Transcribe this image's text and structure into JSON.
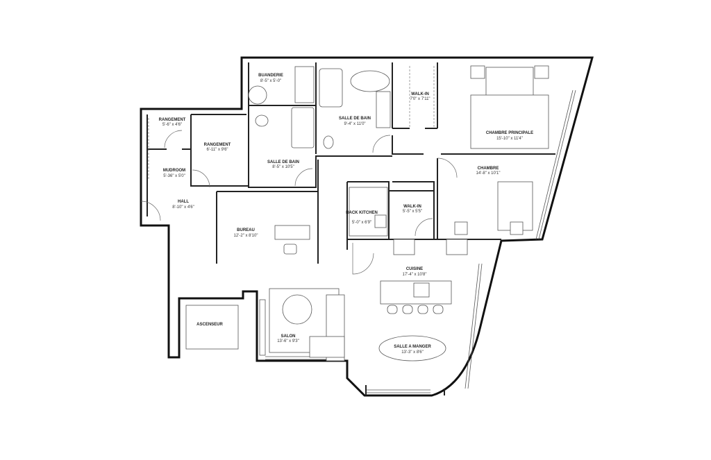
{
  "rooms": [
    {
      "name": "BUANDERIE",
      "size": "8'-5\" x 5'-0\""
    },
    {
      "name": "SALLE DE BAIN",
      "size": "9'-4\" x 11'0\""
    },
    {
      "name": "WALK-IN",
      "size": "7'0\" x 7'11\""
    },
    {
      "name": "CHAMBRE PRINCIPALE",
      "size": "15'-10\" x 11'4\""
    },
    {
      "name": "RANGEMENT",
      "size": "5'-6\" x 4'6\""
    },
    {
      "name": "RANGEMENT",
      "size": "6'-11\" x 9'6\""
    },
    {
      "name": "SALLE DE BAIN",
      "size": "8'-5\" x 10'5\""
    },
    {
      "name": "MUDROOM",
      "size": "5'-36\" x 5'0\""
    },
    {
      "name": "CHAMBRE",
      "size": "14'-8\" x 10'1\""
    },
    {
      "name": "HALL",
      "size": "8'-10\" x 4'6\""
    },
    {
      "name": "BACK KITCHEN",
      "size": "5'-0\" x 6'9\""
    },
    {
      "name": "WALK-IN",
      "size": "5'-5\" x 5'5\""
    },
    {
      "name": "BUREAU",
      "size": "12'-2\" x 8'10\""
    },
    {
      "name": "CUISINE",
      "size": "17'-4\" x 10'8\""
    },
    {
      "name": "ASCENSEUR",
      "size": ""
    },
    {
      "name": "SALON",
      "size": "13'-6\" x 9'3\""
    },
    {
      "name": "SALLE A MANGER",
      "size": "13'-3\" x 8'6\""
    }
  ]
}
